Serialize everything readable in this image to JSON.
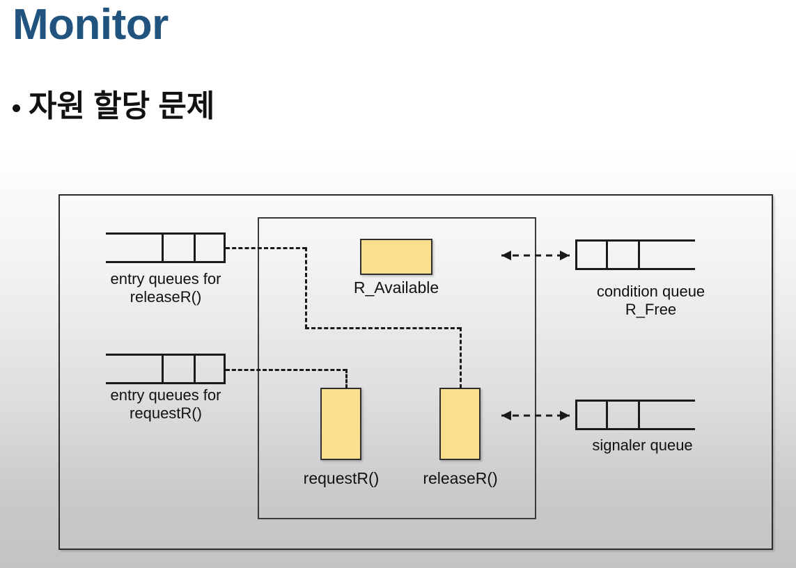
{
  "slide": {
    "title": "Monitor",
    "bullet": "자원 할당 문제",
    "title_color": "#20547F",
    "accent_fill": "#FBDF8D",
    "line_color": "#1a1a1a"
  },
  "diagram": {
    "type": "monitor-resource-allocation",
    "entry_queue_release": {
      "label": "entry queues for\nreleaseR()",
      "cells": 3
    },
    "entry_queue_request": {
      "label": "entry queues for\nrequestR()",
      "cells": 3
    },
    "shared_variable": {
      "label": "R_Available"
    },
    "procedures": [
      {
        "label": "requestR()"
      },
      {
        "label": "releaseR()"
      }
    ],
    "condition_queue": {
      "label": "condition queue\nR_Free",
      "cells": 3
    },
    "signaler_queue": {
      "label": "signaler queue",
      "cells": 3
    }
  }
}
